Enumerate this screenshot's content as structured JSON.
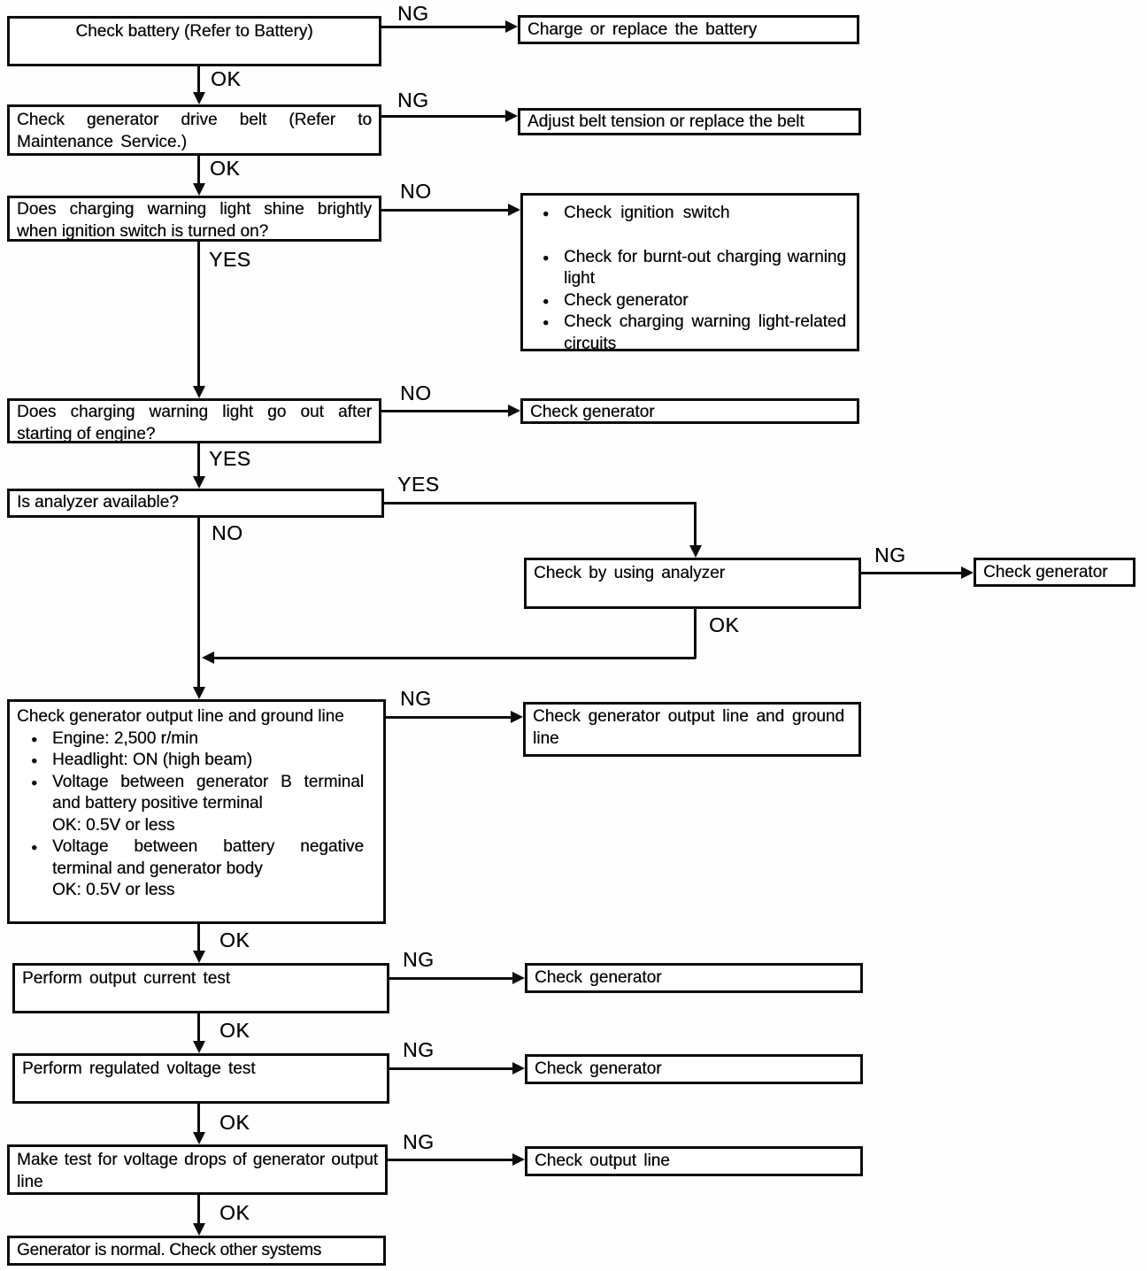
{
  "labels": {
    "ng": "NG",
    "ok": "OK",
    "yes": "YES",
    "no": "NO"
  },
  "nodes": {
    "check_battery": "Check battery (Refer to Battery)",
    "charge_replace_battery": "Charge or replace the battery",
    "check_drive_belt": "Check generator drive belt (Refer to Maintenance Service.)",
    "adjust_belt": "Adjust belt tension or replace the belt",
    "light_shine": "Does charging warning light shine brightly when ignition switch is turned on?",
    "light_shine_no_actions": [
      "Check ignition switch",
      "Check for burnt-out charging warning light",
      "Check generator",
      "Check charging warning light-related circuits"
    ],
    "light_go_out": "Does charging warning light go out after starting of engine?",
    "check_generator_1": "Check generator",
    "analyzer_available": "Is analyzer available?",
    "check_by_analyzer": "Check by using analyzer",
    "check_generator_2": "Check generator",
    "output_ground_title": "Check generator output line and ground line",
    "output_ground_items": [
      {
        "text": "Engine: 2,500 r/min"
      },
      {
        "text": "Headlight: ON (high beam)"
      },
      {
        "text": "Voltage between generator B terminal and battery positive terminal",
        "sub": "OK: 0.5V or less"
      },
      {
        "text": "Voltage between battery negative terminal and generator body",
        "sub": "OK: 0.5V or less"
      }
    ],
    "check_output_ground": "Check generator output line and ground line",
    "output_current_test": "Perform output current test",
    "check_generator_3": "Check generator",
    "regulated_voltage_test": "Perform regulated voltage test",
    "check_generator_4": "Check generator",
    "voltage_drop_test": "Make test for voltage drops of generator output line",
    "check_output_line": "Check output line",
    "generator_normal": "Generator is normal. Check other systems"
  }
}
